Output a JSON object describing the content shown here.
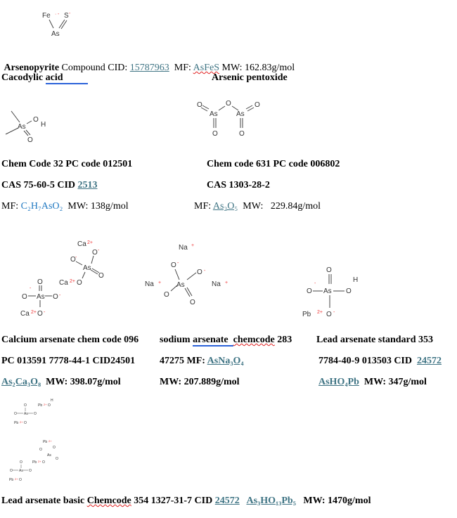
{
  "atoms": {
    "As": "As",
    "O": "O",
    "H": "H",
    "Ca": "Ca",
    "Na": "Na",
    "Pb": "Pb",
    "Fe": "Fe",
    "S": "S",
    "c2": "2+",
    "p": "+",
    "m": "-"
  },
  "arsenopyrite": {
    "name": "Arsenopyrite",
    "cid_label": " Compound CID: ",
    "cid": "15787963",
    "mf_label": "  MF: ",
    "mf": "AsFeS",
    "mw": " MW: 162.83g/mol"
  },
  "cacodylic": {
    "name_a": "Cacodylic ",
    "name_b": "acid",
    "code": "Chem Code 32 PC code 012501",
    "cas": "CAS 75-60-5 CID ",
    "cid": "2513",
    "mf_label": "MF: ",
    "mf": "C₂H₇AsO₂",
    "mw": "  MW: 138g/mol"
  },
  "pentoxide": {
    "name": "Arsenic pentoxide",
    "code": "Chem code 631 PC code 006802",
    "cas": "CAS 1303-28-2",
    "mf_label": "MF: ",
    "mf": "As₂O₅",
    "mw": "  MW:   229.84g/mol"
  },
  "calcium": {
    "line1": "Calcium arsenate chem code 096",
    "line2": "PC 013591 7778-44-1 CID24501",
    "mf": "As₂Ca₃O₈",
    "mw": "  MW: 398.07g/mol"
  },
  "sodium": {
    "l1a": "sodium ",
    "l1b": "arsenate  ",
    "l1c": "chemcode",
    "l1d": " 283",
    "l2": "47275 MF: ",
    "mf": "AsNa₃O₄",
    "mw": "MW: 207.889g/mol"
  },
  "lead": {
    "line1": "Lead arsenate standard 353",
    "l2": "7784-40-9 013503 CID  ",
    "cid": "24572",
    "mf": "AsHO₄Pb",
    "mw": "  MW: 347g/mol"
  },
  "lead_basic": {
    "a": "Lead arsenate basic ",
    "b": "Chemcode",
    "c": " 354 1327-31-7 CID ",
    "cid": "24572",
    "mf": "As₃HO₁₃Pb₅",
    "mw": "   MW: 1470g/mol"
  }
}
